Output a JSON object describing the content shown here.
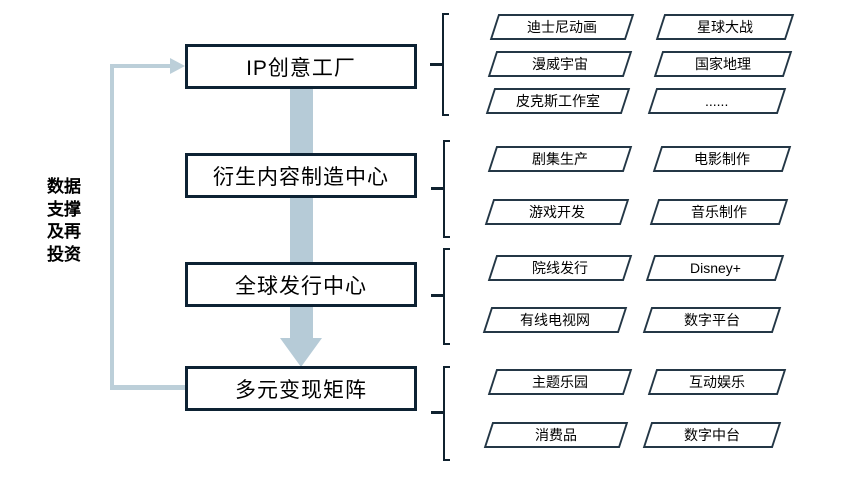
{
  "left_label": {
    "text": "数据\n支撑\n及再\n投资"
  },
  "flow": {
    "boxes": [
      {
        "label": "IP创意工厂"
      },
      {
        "label": "衍生内容制造中心"
      },
      {
        "label": "全球发行中心"
      },
      {
        "label": "多元变现矩阵"
      }
    ]
  },
  "groups": [
    {
      "items": [
        "迪士尼动画",
        "星球大战",
        "漫威宇宙",
        "国家地理",
        "皮克斯工作室",
        "......"
      ]
    },
    {
      "items": [
        "剧集生产",
        "电影制作",
        "游戏开发",
        "音乐制作"
      ]
    },
    {
      "items": [
        "院线发行",
        "Disney+",
        "有线电视网",
        "数字平台"
      ]
    },
    {
      "items": [
        "主题乐园",
        "互动娱乐",
        "消费品",
        "数字中台"
      ]
    }
  ],
  "colors": {
    "band": "#b6cbd7",
    "loop_line": "#bccfd9",
    "box_border": "#0d2233",
    "pgram_border": "#243746",
    "bracket": "#10222f"
  }
}
